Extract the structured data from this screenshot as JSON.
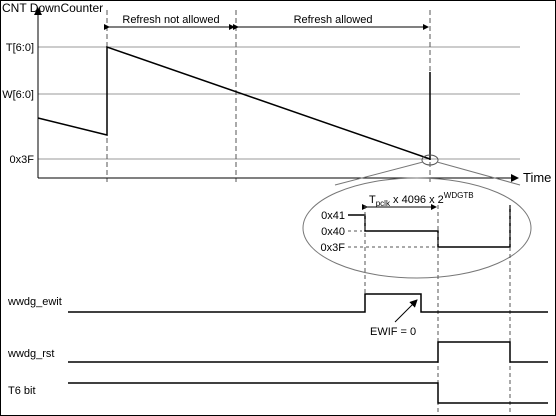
{
  "diagram": {
    "y_axis_title": "CNT DownCounter",
    "x_axis_title": "Time",
    "regions": {
      "not_allowed": "Refresh not allowed",
      "allowed": "Refresh allowed"
    },
    "levels": {
      "t": "T[6:0]",
      "w": "W[6:0]",
      "min": "0x3F"
    },
    "zoom": {
      "v41": "0x41",
      "v40": "0x40",
      "v3f": "0x3F",
      "period_main": "T",
      "period_sub": "pclk",
      "period_mid": " x 4096 x 2",
      "period_exp": "WDGTB"
    },
    "signals": {
      "ewit": "wwdg_ewit",
      "rst": "wwdg_rst",
      "t6": "T6 bit"
    },
    "annotation": "EWIF = 0"
  }
}
